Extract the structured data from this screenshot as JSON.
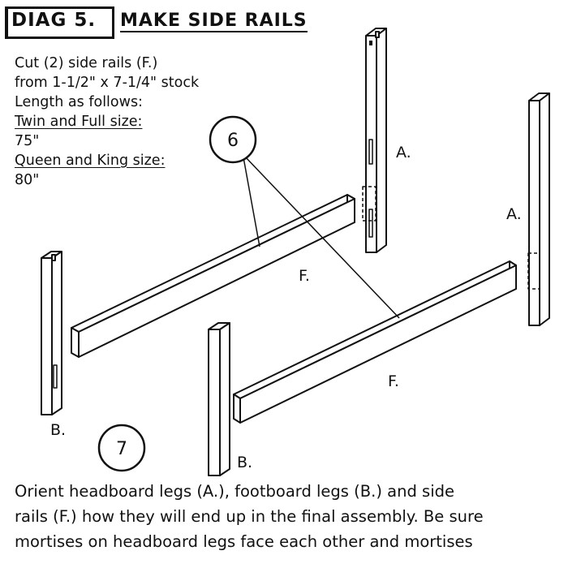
{
  "header": {
    "diag_label": "DIAG 5.",
    "title": "MAKE SIDE RAILS"
  },
  "instructions": {
    "line1": "Cut (2) side rails (F.)",
    "line2": "from 1-1/2\" x 7-1/4\" stock",
    "line3": "Length as follows:",
    "twin_full_heading": "Twin and Full size:",
    "twin_full_length": "75\"",
    "queen_king_heading": "Queen and King size:",
    "queen_king_length": "80\""
  },
  "callouts": {
    "step6": "6",
    "step7": "7"
  },
  "parts": {
    "headboard_leg_label": "A.",
    "footboard_leg_label": "B.",
    "side_rail_label": "F."
  },
  "footer": {
    "line1": "Orient headboard legs (A.), footboard legs (B.) and side",
    "line2": "rails (F.) how they will end up in the final assembly. Be sure",
    "line3": "mortises on headboard legs face each other and mortises"
  }
}
